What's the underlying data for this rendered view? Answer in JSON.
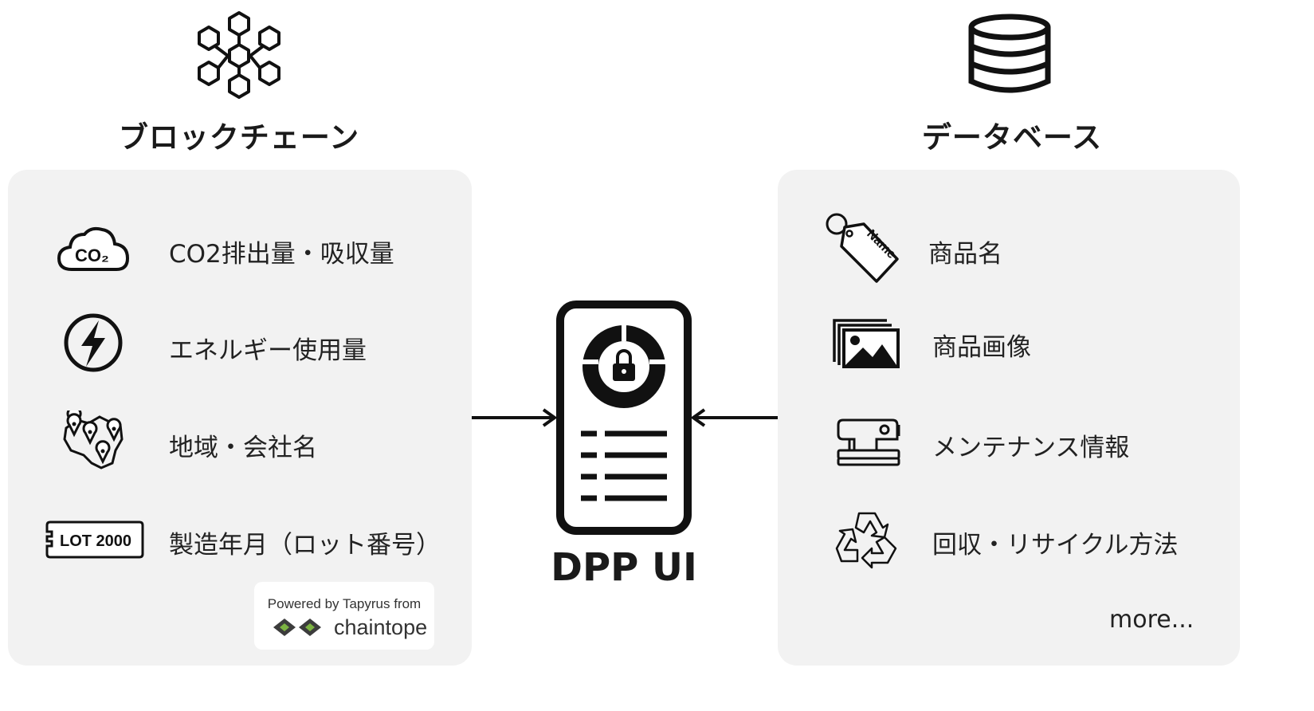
{
  "left_column": {
    "heading": "ブロックチェーン",
    "heading_icon": "blockchain-network-icon",
    "items": [
      {
        "icon": "co2-cloud-icon",
        "icon_text": "CO₂",
        "label": "CO2排出量・吸収量"
      },
      {
        "icon": "lightning-bolt-icon",
        "label": "エネルギー使用量"
      },
      {
        "icon": "map-pins-icon",
        "label": "地域・会社名"
      },
      {
        "icon": "lot-number-icon",
        "icon_text": "LOT 2000",
        "label": "製造年月（ロット番号）"
      }
    ],
    "powered_by": {
      "line1": "Powered by Tapyrus from",
      "brand": "chaintope"
    }
  },
  "right_column": {
    "heading": "データベース",
    "heading_icon": "database-icon",
    "items": [
      {
        "icon": "name-tag-icon",
        "icon_text": "Name",
        "label": "商品名"
      },
      {
        "icon": "images-icon",
        "label": "商品画像"
      },
      {
        "icon": "sewing-machine-icon",
        "label": "メンテナンス情報"
      },
      {
        "icon": "recycle-icon",
        "label": "回収・リサイクル方法"
      }
    ],
    "more": "more..."
  },
  "center": {
    "title": "DPP UI",
    "icon": "phone-lock-icon"
  }
}
